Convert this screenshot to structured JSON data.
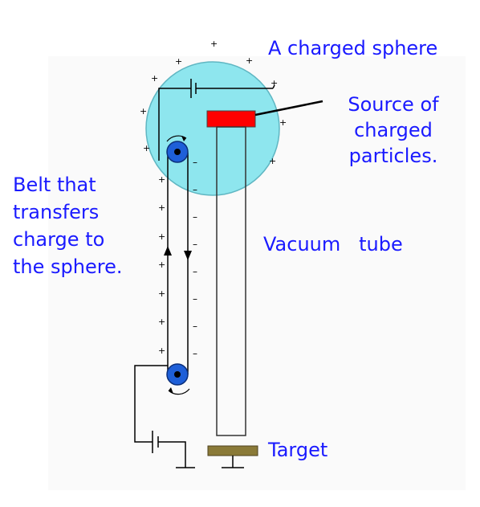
{
  "labels": {
    "sphere": "A charged sphere",
    "source": [
      "Source of",
      "charged",
      "particles."
    ],
    "belt": [
      "Belt that",
      "transfers",
      "charge to",
      "the sphere."
    ],
    "tube": "Vacuum   tube",
    "target": "Target"
  },
  "symbols": {
    "plus": "+",
    "minus": "–"
  },
  "colors": {
    "label_text": "#1a1aff",
    "sphere_fill": "#8ee6ee",
    "source_fill": "#ff0000",
    "target_fill": "#8a7a38",
    "pulley_fill": "#1e5fd8"
  }
}
